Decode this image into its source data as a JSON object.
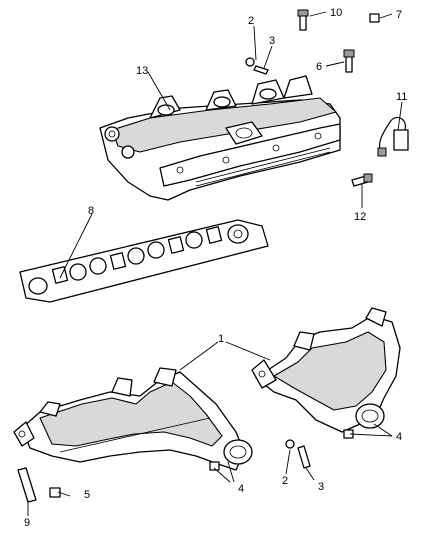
{
  "callouts": {
    "c1": "1",
    "c2a": "2",
    "c2b": "2",
    "c3a": "3",
    "c3b": "3",
    "c4a": "4",
    "c4b": "4",
    "c5": "5",
    "c6": "6",
    "c7": "7",
    "c8": "8",
    "c9": "9",
    "c10": "10",
    "c11": "11",
    "c12": "12",
    "c13": "13"
  }
}
